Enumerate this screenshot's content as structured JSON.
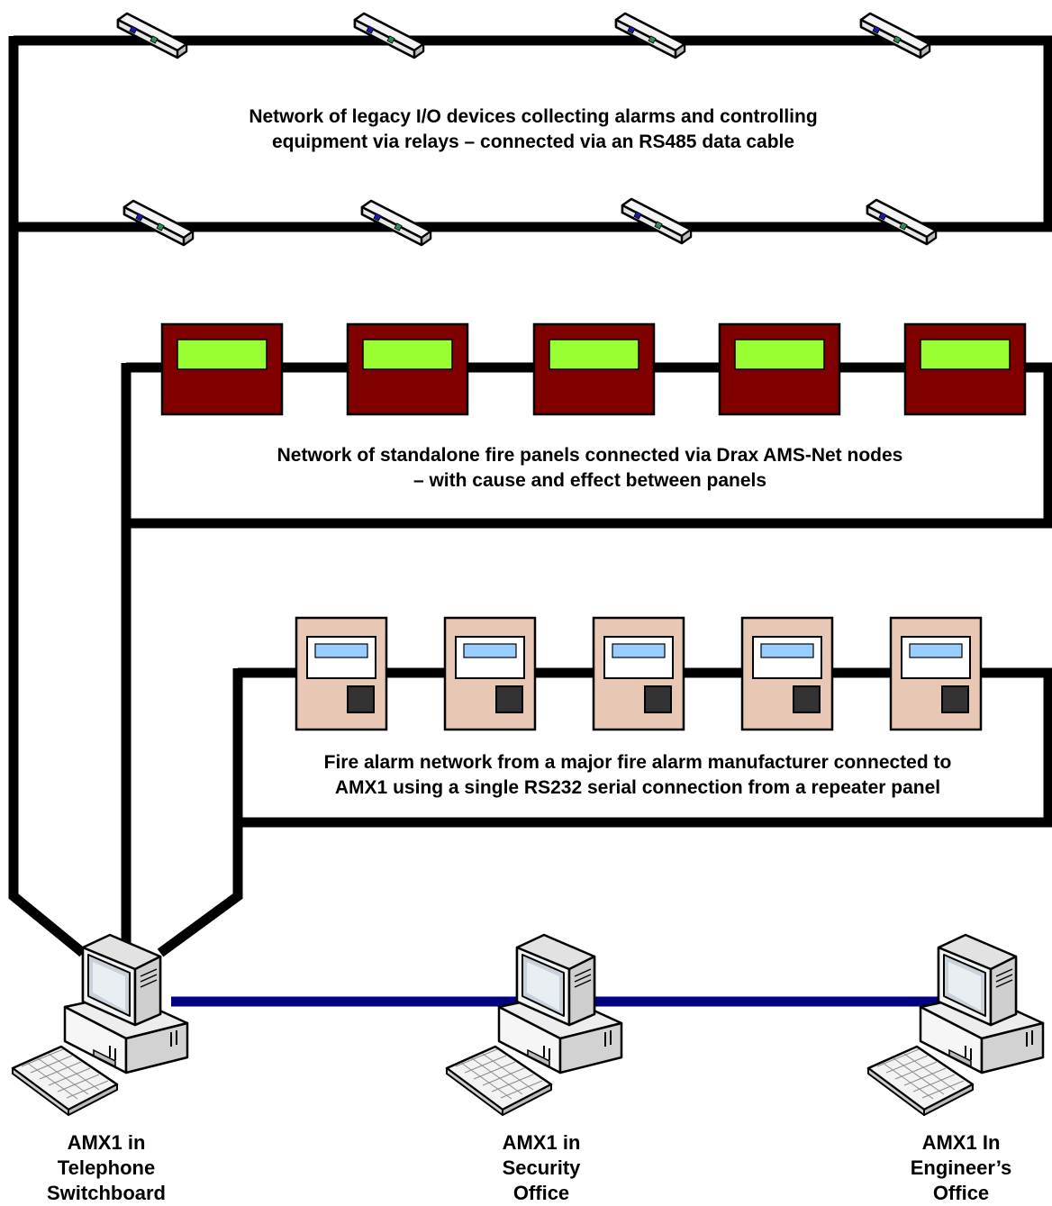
{
  "captions": {
    "legacy": {
      "line1": "Network of legacy I/O devices collecting alarms and controlling",
      "line2": "equipment via relays – connected via an RS485 data cable"
    },
    "drax": {
      "line1": "Network of standalone fire panels connected via Drax AMS-Net nodes",
      "line2": "– with cause and effect between panels"
    },
    "manufacturer": {
      "line1": "Fire alarm network from a major fire alarm manufacturer connected to",
      "line2": "AMX1 using a single RS232 serial connection from a repeater panel"
    }
  },
  "computers": [
    {
      "name": "telephone-switchboard",
      "line1": "AMX1 in",
      "line2": "Telephone",
      "line3": "Switchboard"
    },
    {
      "name": "security-office",
      "line1": "AMX1 in",
      "line2": "Security",
      "line3": "Office"
    },
    {
      "name": "engineers-office",
      "line1": "AMX1 In",
      "line2": "Engineer’s",
      "line3": "Office"
    }
  ],
  "colors": {
    "cable": "#000000",
    "pc_link": "#000080",
    "fire_panel": "#800000",
    "fire_panel_display": "#99ff33",
    "repeater_panel": "#e8c8b4",
    "repeater_display": "#99ccff",
    "io_device": "#ffffff"
  },
  "icons": {
    "io_device": "legacy-io-device-icon",
    "fire_panel": "drax-fire-panel-icon",
    "repeater_panel": "repeater-panel-icon",
    "computer": "desktop-computer-icon"
  }
}
